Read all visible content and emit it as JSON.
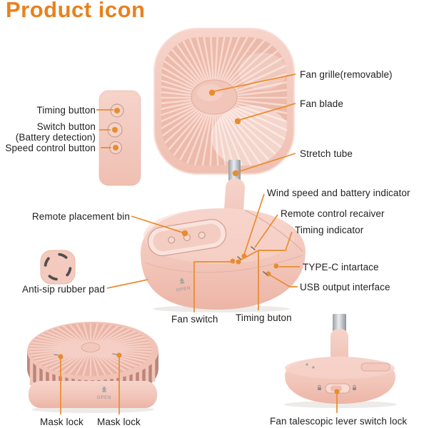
{
  "title": "Product icon",
  "colors": {
    "accent_orange": "#E8811E",
    "leader_line_orange": "#E98C2E",
    "fan_pink": "#F3C9BE",
    "label_text": "#1F1F1F"
  },
  "labels": {
    "timing_button": "Timing button",
    "switch_button": "Switch button",
    "battery_detection": "(Battery detection)",
    "speed_control_button": "Speed control button",
    "remote_placement_bin": "Remote placement bin",
    "anti_sip_rubber_pad": "Anti-sip rubber pad",
    "fan_grille": "Fan grille(removable)",
    "fan_blade": "Fan blade",
    "stretch_tube": "Stretch tube",
    "wind_speed_battery": "Wind speed and battery indicator",
    "remote_control_receiver": "Remote control recaiver",
    "timing_indicator": "Timing indicator",
    "type_c_interface": "TYPE-C intartace",
    "usb_output_interface": "USB output interface",
    "fan_switch": "Fan switch",
    "timing_buton": "Timing buton",
    "mask_lock_left": "Mask lock",
    "mask_lock_right": "Mask lock",
    "telescopic_lock": "Fan talescopic lever switch lock",
    "open_badge": "OPEN"
  }
}
